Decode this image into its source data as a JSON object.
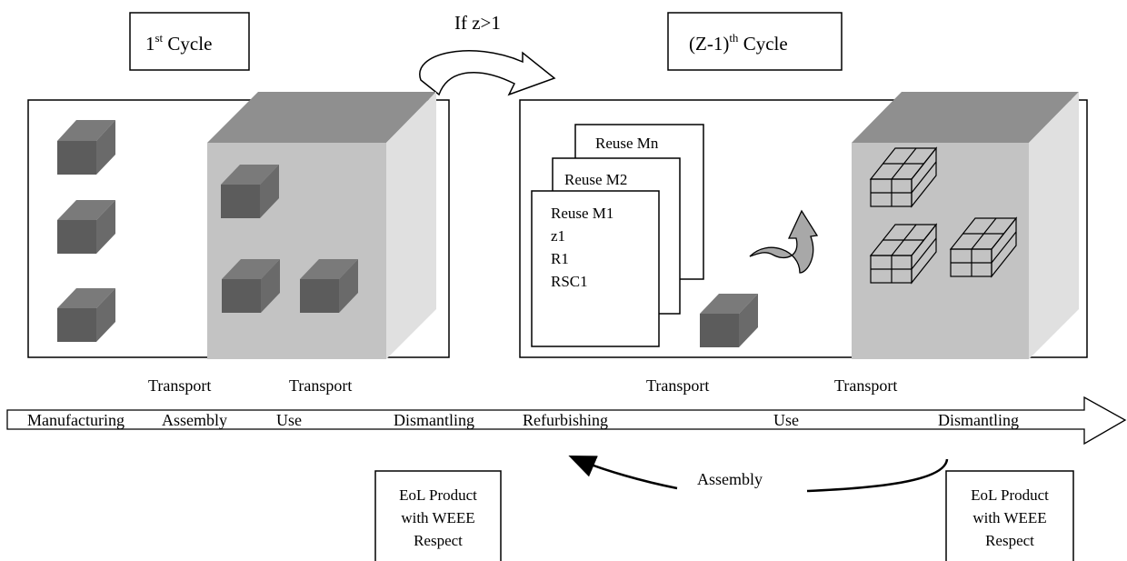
{
  "cycles": {
    "first": {
      "label": "1",
      "sup": "st",
      "suffix": " Cycle"
    },
    "last": {
      "label": "(Z-1)",
      "sup": "th",
      "suffix": " Cycle"
    }
  },
  "loop_label": "If z>1",
  "reuse_cards": {
    "back": "Reuse Mn",
    "middle": "Reuse M2",
    "front_lines": [
      "Reuse M1",
      "z1",
      "R1",
      "RSC1"
    ]
  },
  "timeline": {
    "stages": [
      "Manufacturing",
      "Assembly",
      "Use",
      "Dismantling",
      "Refurbishing",
      "Use",
      "Dismantling"
    ],
    "transports": [
      "Transport",
      "Transport",
      "Transport",
      "Transport"
    ]
  },
  "return_label": "Assembly",
  "eol_boxes": [
    {
      "lines": [
        "EoL Product",
        "with WEEE",
        "Respect"
      ]
    },
    {
      "lines": [
        "EoL Product",
        "with WEEE",
        "Respect"
      ]
    }
  ],
  "colors": {
    "component_dark": "#5c5c5c",
    "machine_front": "#c3c3c3",
    "machine_top": "#8f8f8f",
    "machine_side": "#e0e0e0",
    "rotate_arrow": "#a8a8a8"
  }
}
